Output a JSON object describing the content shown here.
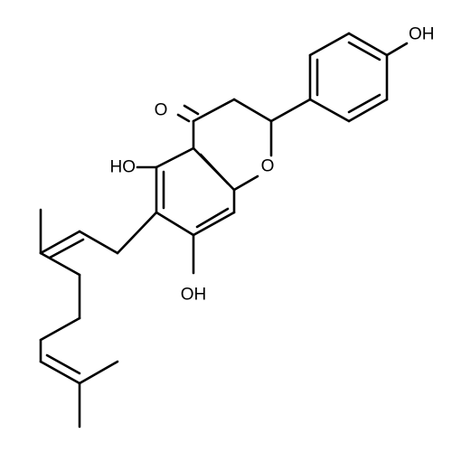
{
  "molecule": {
    "atom_labels": {
      "carbonyl_oxygen": "O",
      "ring_oxygen": "O",
      "hydroxyl_top_right": "OH",
      "hydroxyl_left": "HO",
      "hydroxyl_bottom": "OH"
    }
  }
}
